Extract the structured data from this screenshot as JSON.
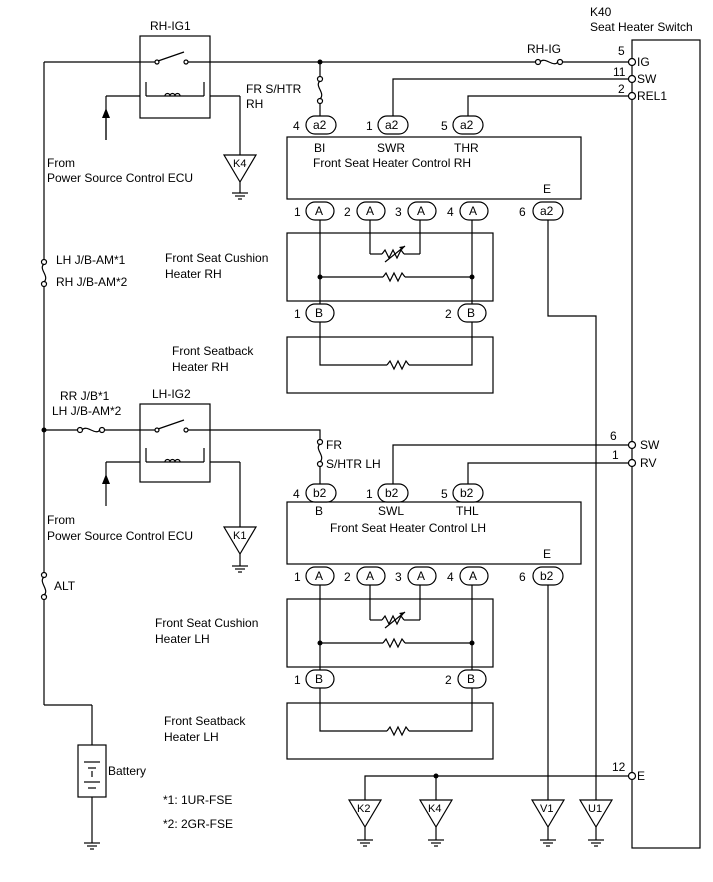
{
  "switch": {
    "code": "K40",
    "name": "Seat Heater Switch"
  },
  "relays": {
    "rh": "RH-IG1",
    "lh": "LH-IG2"
  },
  "fuses": {
    "rh_ig": "RH-IG",
    "fr_shtr_rh": [
      "FR S/HTR",
      "RH"
    ],
    "jb_am_upper": [
      "LH J/B-AM*1",
      "RH J/B-AM*2"
    ],
    "rr_jb": [
      "RR J/B*1",
      "LH J/B-AM*2"
    ],
    "fr_shtr_lh": [
      "FR",
      "S/HTR LH"
    ],
    "alt": "ALT"
  },
  "from_ecu": [
    "From",
    "Power Source Control ECU"
  ],
  "battery": "Battery",
  "notes": [
    "*1: 1UR-FSE",
    "*2: 2GR-FSE"
  ],
  "ecu_rh": {
    "title": "Front Seat Heater Control RH",
    "top_pins": [
      {
        "num": "4",
        "conn": "a2",
        "label": "BI"
      },
      {
        "num": "1",
        "conn": "a2",
        "label": "SWR"
      },
      {
        "num": "5",
        "conn": "a2",
        "label": "THR"
      }
    ],
    "e_label": "E",
    "bottom_pins": [
      {
        "num": "1",
        "conn": "A"
      },
      {
        "num": "2",
        "conn": "A"
      },
      {
        "num": "3",
        "conn": "A"
      },
      {
        "num": "4",
        "conn": "A"
      },
      {
        "num": "6",
        "conn": "a2"
      }
    ]
  },
  "ecu_lh": {
    "title": "Front Seat Heater Control LH",
    "top_pins": [
      {
        "num": "4",
        "conn": "b2",
        "label": "B"
      },
      {
        "num": "1",
        "conn": "b2",
        "label": "SWL"
      },
      {
        "num": "5",
        "conn": "b2",
        "label": "THL"
      }
    ],
    "e_label": "E",
    "bottom_pins": [
      {
        "num": "1",
        "conn": "A"
      },
      {
        "num": "2",
        "conn": "A"
      },
      {
        "num": "3",
        "conn": "A"
      },
      {
        "num": "4",
        "conn": "A"
      },
      {
        "num": "6",
        "conn": "b2"
      }
    ]
  },
  "heaters": {
    "cushion_rh": [
      "Front Seat Cushion",
      "Heater RH"
    ],
    "back_rh": [
      "Front Seatback",
      "Heater RH"
    ],
    "cushion_lh": [
      "Front Seat Cushion",
      "Heater LH"
    ],
    "back_lh": [
      "Front Seatback",
      "Heater LH"
    ]
  },
  "b_pins": [
    {
      "num": "1",
      "conn": "B"
    },
    {
      "num": "2",
      "conn": "B"
    }
  ],
  "switch_pins": [
    {
      "num": "5",
      "label": "IG"
    },
    {
      "num": "11",
      "label": "SW"
    },
    {
      "num": "2",
      "label": "REL1"
    },
    {
      "num": "6",
      "label": "SW"
    },
    {
      "num": "1",
      "label": "RV"
    },
    {
      "num": "12",
      "label": "E"
    }
  ],
  "grounds": {
    "k4_top": "K4",
    "k1": "K1",
    "bottom": [
      "K2",
      "K4",
      "V1",
      "U1"
    ]
  }
}
